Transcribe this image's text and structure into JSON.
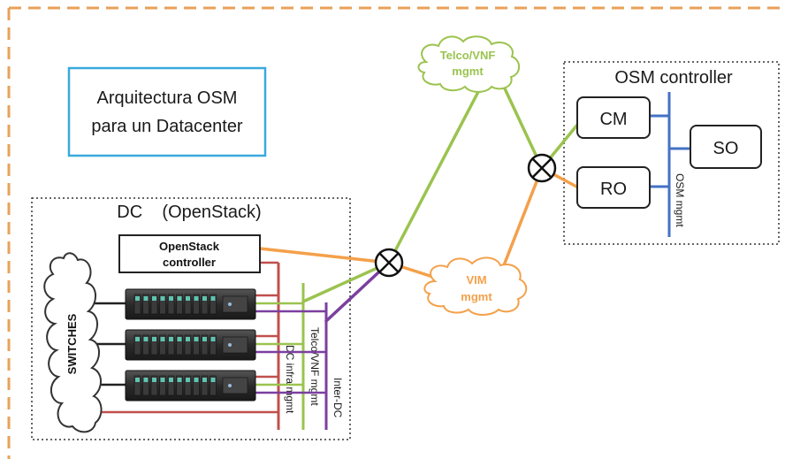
{
  "title": {
    "line1": "Arquitectura OSM",
    "line2": "para un Datacenter"
  },
  "osm_controller": {
    "label": "OSM controller",
    "cm": "CM",
    "ro": "RO",
    "so": "SO",
    "bus_label": "OSM mgmt"
  },
  "datacenter": {
    "label": "DC    (OpenStack)",
    "controller_line1": "OpenStack",
    "controller_line2": "controller",
    "switches": "SWITCHES",
    "server_count": 3
  },
  "clouds": {
    "telco_line1": "Telco/VNF",
    "telco_line2": "mgmt",
    "vim_line1": "VIM",
    "vim_line2": "mgmt"
  },
  "bus_labels": {
    "dc_infra": "DC infra mgmt",
    "telco_vnf": "Telco/VNF mgmt",
    "inter_dc": "Inter-DC"
  },
  "colors": {
    "orange": "#f4a04a",
    "green": "#9bc34f",
    "purple": "#7b3fa0",
    "red": "#c0504d",
    "blue": "#4472c4",
    "frame": "#e8a15a",
    "title_border": "#3aa9dd"
  }
}
